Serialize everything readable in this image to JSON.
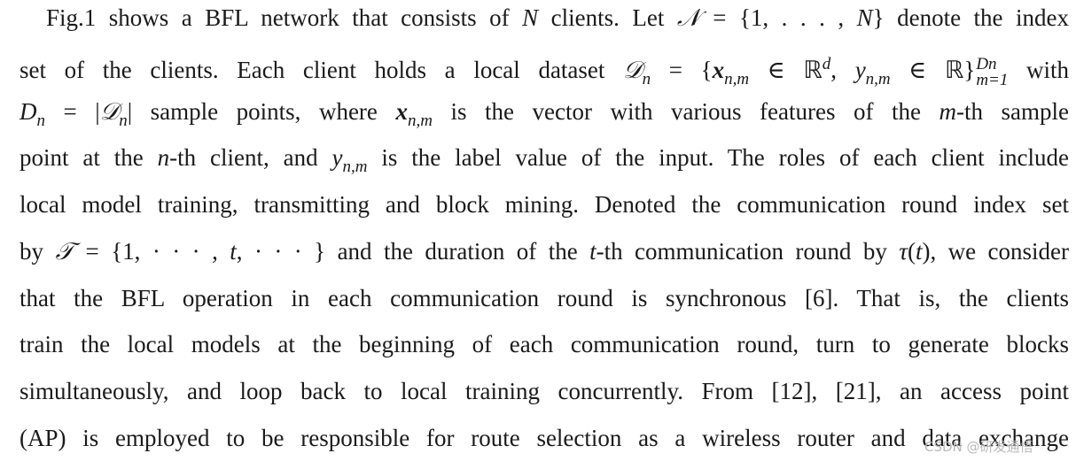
{
  "paragraph": {
    "line1": {
      "t1": "Fig.1 shows a BFL network that consists of ",
      "N": "N",
      "t2": " clients. Let ",
      "calN": "𝒩",
      "t3": " = {1, . . . , ",
      "N2": "N",
      "t4": "} denote the index"
    },
    "line2": {
      "t1": "set of the clients. Each client holds a local dataset ",
      "calD": "𝒟",
      "sub_n": "n",
      "t2": " = {",
      "x": "x",
      "sub_nm": "n,m",
      "t3": " ∈ ",
      "R": "ℝ",
      "sup_d": "d",
      "t4": ", ",
      "y": "y",
      "sub_nm2": "n,m",
      "t5": " ∈ ",
      "R2": "ℝ",
      "t6": "}",
      "sup_Dn": "Dn",
      "sub_m1": "m=1",
      "t7": " with"
    },
    "line3": {
      "D": "D",
      "sub_n": "n",
      "t1": " = |",
      "calD": "𝒟",
      "sub_n2": "n",
      "t2": "| sample points, where ",
      "x": "x",
      "sub_nm": "n,m",
      "t3": " is the vector with various features of the ",
      "m": "m",
      "t4": "-th sample"
    },
    "line4": {
      "t1": "point at the ",
      "n": "n",
      "t2": "-th client, and ",
      "y": "y",
      "sub_nm": "n,m",
      "t3": " is the label value of the input. The roles of each client include"
    },
    "line5": {
      "t1": "local model training, transmitting and block mining. Denoted the communication round index set"
    },
    "line6": {
      "t1": "by ",
      "calT": "𝒯",
      "t2": " = {1, · · · , ",
      "t": "t",
      "t3": ", · · · } and the duration of the ",
      "t_2": "t",
      "t4": "-th communication round by ",
      "tau": "τ",
      "t5": "(",
      "t_3": "t",
      "t6": "), we consider"
    },
    "line7": {
      "t1": "that the BFL operation in each communication round is synchronous [6]. That is, the clients"
    },
    "line8": {
      "t1": "train the local models at the beginning of each communication round, turn to generate blocks"
    },
    "line9": {
      "t1": "simultaneously, and loop back to local training concurrently. From [12], [21], an access point"
    },
    "line10": {
      "t1": "(AP) is employed to be responsible for route selection as a wireless router and data exchange"
    }
  },
  "watermark": "CSDN @研发通悟"
}
